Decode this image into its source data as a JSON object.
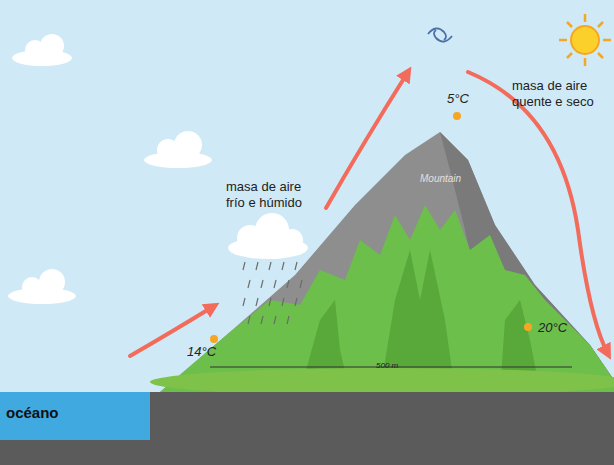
{
  "diagram": {
    "nodes": [
      {
        "text": [
          "océano"
        ]
      }
    ],
    "labels": [
      "masa de aire frío e húmido",
      "5°C",
      "masa de aire quente e seco",
      "14°C",
      "20°C",
      "Mountain",
      "500 m"
    ]
  }
}
